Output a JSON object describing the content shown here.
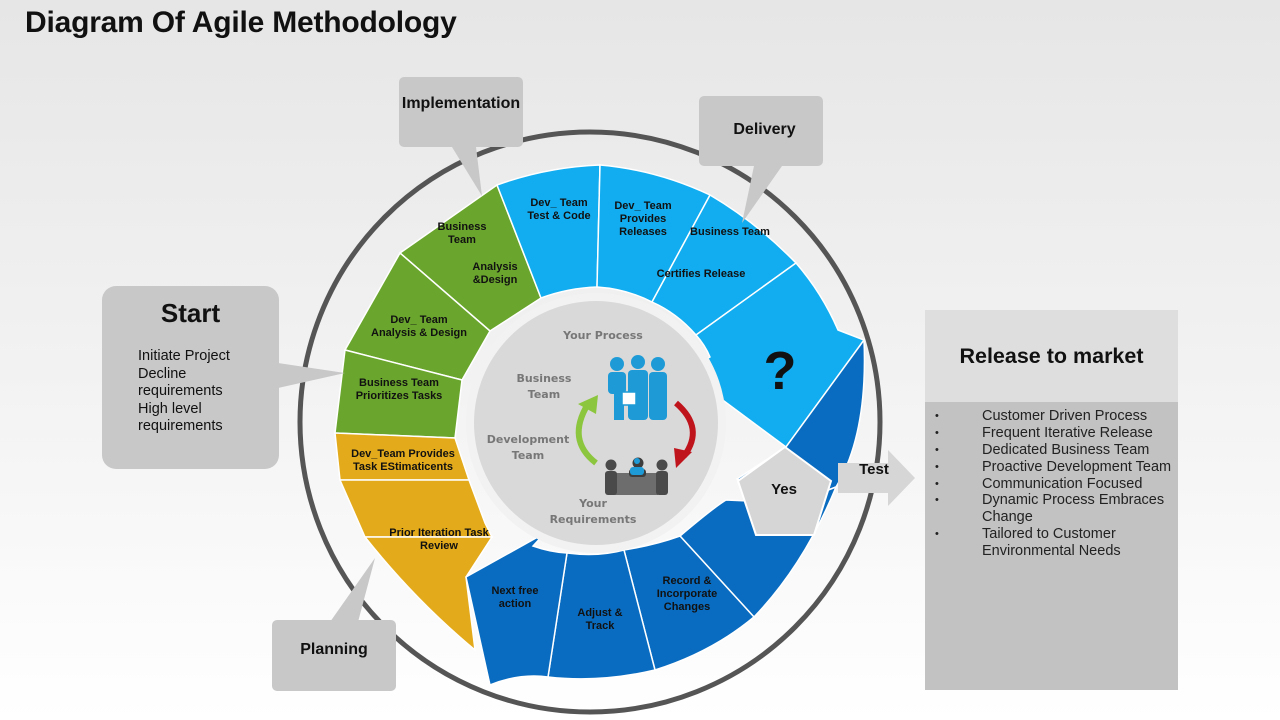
{
  "title": "Diagram Of Agile Methodology",
  "callouts": {
    "implementation": "Implementation",
    "delivery": "Delivery",
    "planning": "Planning",
    "test": "Test",
    "yes": "Yes",
    "question": "?"
  },
  "start": {
    "title": "Start",
    "description": "Initiate  Project\n    Decline\nrequirements\n    High level\n   requirements"
  },
  "segments": [
    {
      "id": "business-team-analysis-design",
      "lines": [
        "Business",
        "Team"
      ],
      "lines2": [
        "Analysis",
        "&Design"
      ],
      "color": "#6aa62d"
    },
    {
      "id": "dev-team-analysis-design",
      "lines": [
        "Dev_ Team",
        "Analysis & Design"
      ],
      "color": "#6aa62d"
    },
    {
      "id": "business-team-prioritizes",
      "lines": [
        "Business Team",
        "Prioritizes Tasks"
      ],
      "color": "#6aa62d"
    },
    {
      "id": "dev-team-task-estimates",
      "lines": [
        "Dev_Team Provides",
        "Task EStimaticents"
      ],
      "color": "#e3aa1b"
    },
    {
      "id": "prior-iteration-review",
      "lines": [
        "Prior Iteration Task",
        "Review"
      ],
      "color": "#e3aa1b"
    },
    {
      "id": "next-free-action",
      "lines": [
        "Next free",
        "action"
      ],
      "color": "#0a6cc0"
    },
    {
      "id": "adjust-track",
      "lines": [
        "Adjust &",
        "Track"
      ],
      "color": "#0a6cc0"
    },
    {
      "id": "record-incorporate",
      "lines": [
        "Record &",
        "Incorporate",
        "Changes"
      ],
      "color": "#0a6cc0"
    },
    {
      "id": "dev-team-test-code",
      "lines": [
        "Dev_ Team",
        "Test & Code"
      ],
      "color": "#12adf0"
    },
    {
      "id": "dev-team-releases",
      "lines": [
        "Dev_ Team",
        "Provides",
        "Releases"
      ],
      "color": "#12adf0"
    },
    {
      "id": "business-team-certifies",
      "lines": [
        "Business Team"
      ],
      "lines2": [
        "Certifies Release"
      ],
      "color": "#12adf0"
    }
  ],
  "center": {
    "your_process": "Your Process",
    "business_team": [
      "Business",
      "Team"
    ],
    "development_team": [
      "Development",
      "Team"
    ],
    "your_requirements": [
      "Your",
      "Requirements"
    ]
  },
  "release": {
    "title": "Release to market",
    "items": [
      "Customer Driven Process",
      "Frequent Iterative Release",
      "Dedicated Business Team",
      "Proactive Development Team",
      "Communication Focused",
      "Dynamic Process Embraces Change",
      "Tailored to Customer Environmental Needs"
    ]
  },
  "colors": {
    "green": "#6aa62d",
    "yellow": "#e3aa1b",
    "dark_blue": "#0a6cc0",
    "light_blue": "#12adf0",
    "callout_gray": "#c8c8c8",
    "ring": "#555555",
    "arrow_green": "#8cc63e",
    "arrow_red": "#c0141c",
    "people_blue": "#1e9bd7"
  }
}
